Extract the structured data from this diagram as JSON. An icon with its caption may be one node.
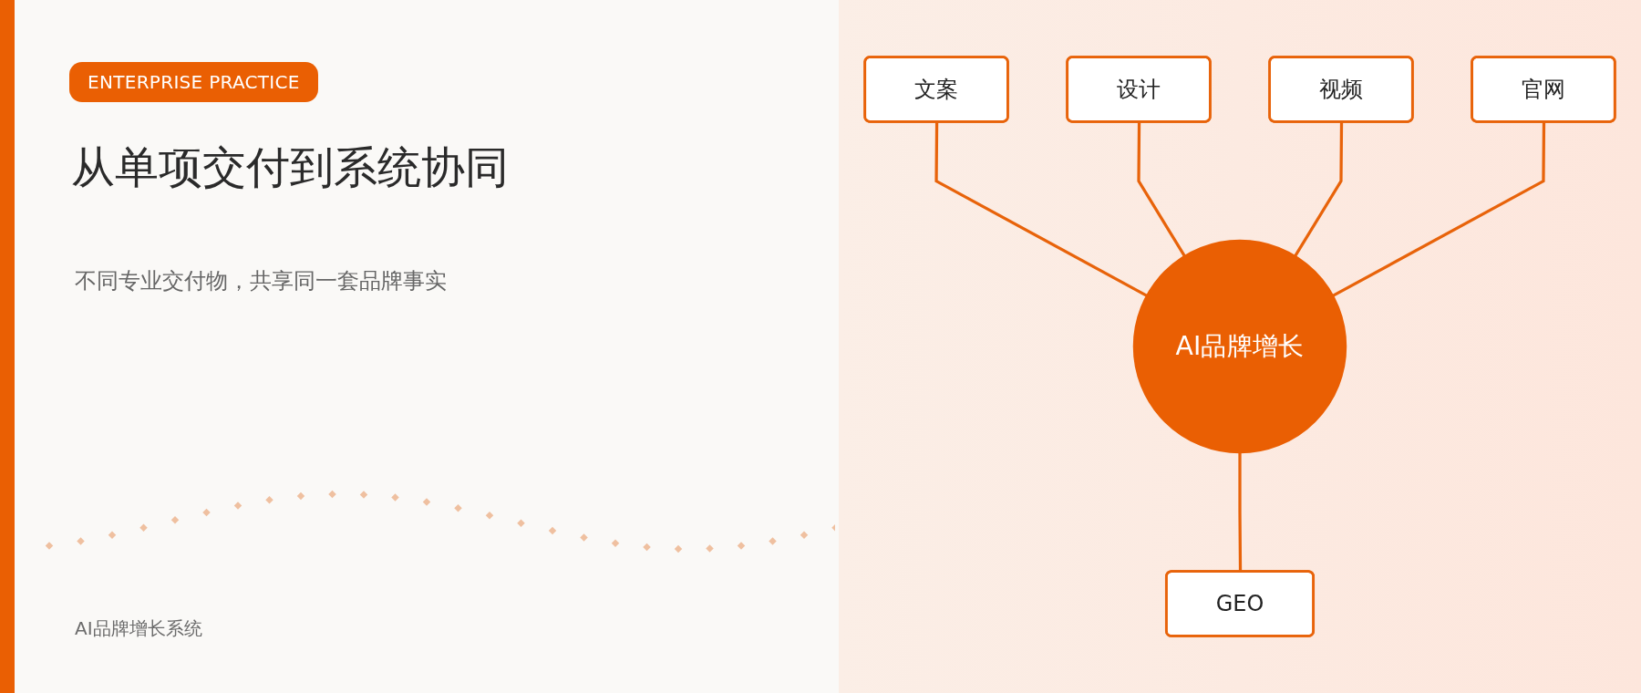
{
  "diagram": {
    "title": "从单项交付到系统协同",
    "nodes": [
      {
        "text": [
          "设计"
        ]
      },
      {
        "text": [
          "视频"
        ]
      },
      {
        "text": [
          "文案"
        ]
      },
      {
        "text": [
          "官网"
        ]
      },
      {
        "text": [
          "AI品牌增长"
        ]
      },
      {
        "text": [
          "GEO"
        ]
      }
    ],
    "edges": [
      {
        "from": 2,
        "to": 4,
        "arrow": "none"
      },
      {
        "from": 0,
        "to": 4,
        "arrow": "none"
      },
      {
        "from": 1,
        "to": 4,
        "arrow": "none"
      },
      {
        "from": 3,
        "to": 4,
        "arrow": "none"
      },
      {
        "from": 4,
        "to": 5,
        "arrow": "none"
      }
    ],
    "labels": [
      "ENTERPRISE PRACTICE",
      "不同专业交付物，共享同一套品牌事实",
      "AI品牌增长系统"
    ]
  }
}
